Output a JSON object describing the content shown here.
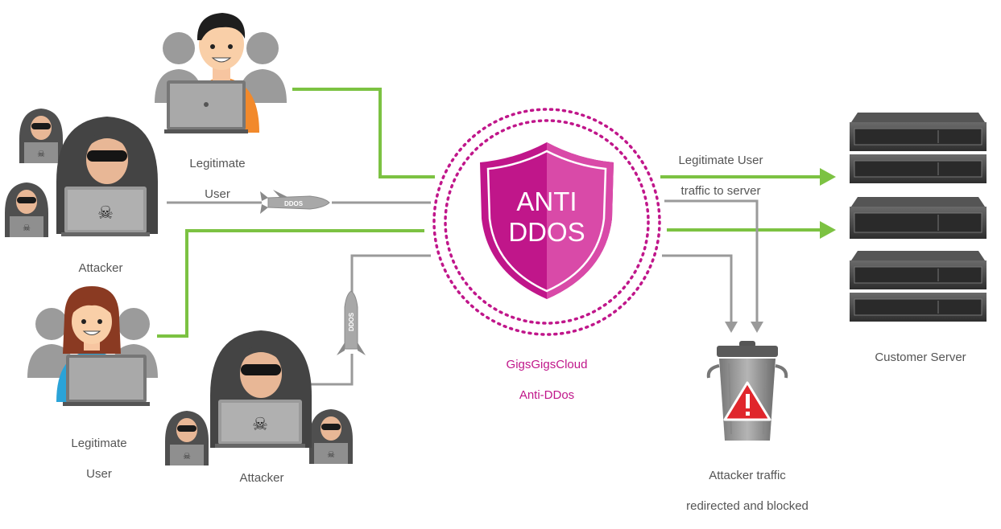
{
  "labels": {
    "legit_user_top": [
      "Legitimate",
      "User"
    ],
    "attacker_left": "Attacker",
    "legit_user_bottom": [
      "Legitimate",
      "User"
    ],
    "attacker_bottom": "Attacker",
    "shield_text": [
      "ANTI",
      "DDOS"
    ],
    "product": [
      "GigsGigsCloud",
      "Anti-DDos"
    ],
    "legit_traffic": [
      "Legitimate User",
      "traffic to server"
    ],
    "customer_server": "Customer Server",
    "blocked": [
      "Attacker traffic",
      "redirected and blocked"
    ],
    "missile_text": "DDOS"
  },
  "colors": {
    "legit_line": "#7cc242",
    "attack_line": "#9a9a9a",
    "shield": "#c0168a",
    "shield_light": "#d94aa8",
    "hood": "#4a4a4a",
    "server": "#3d3d3d",
    "bin": "#8a8a8a",
    "warning": "#e0262c"
  },
  "icons": [
    "person-silhouette-icon",
    "hacker-icon",
    "laptop-icon",
    "skull-icon",
    "missile-icon",
    "shield-icon",
    "server-icon",
    "trash-bin-icon",
    "warning-icon"
  ]
}
